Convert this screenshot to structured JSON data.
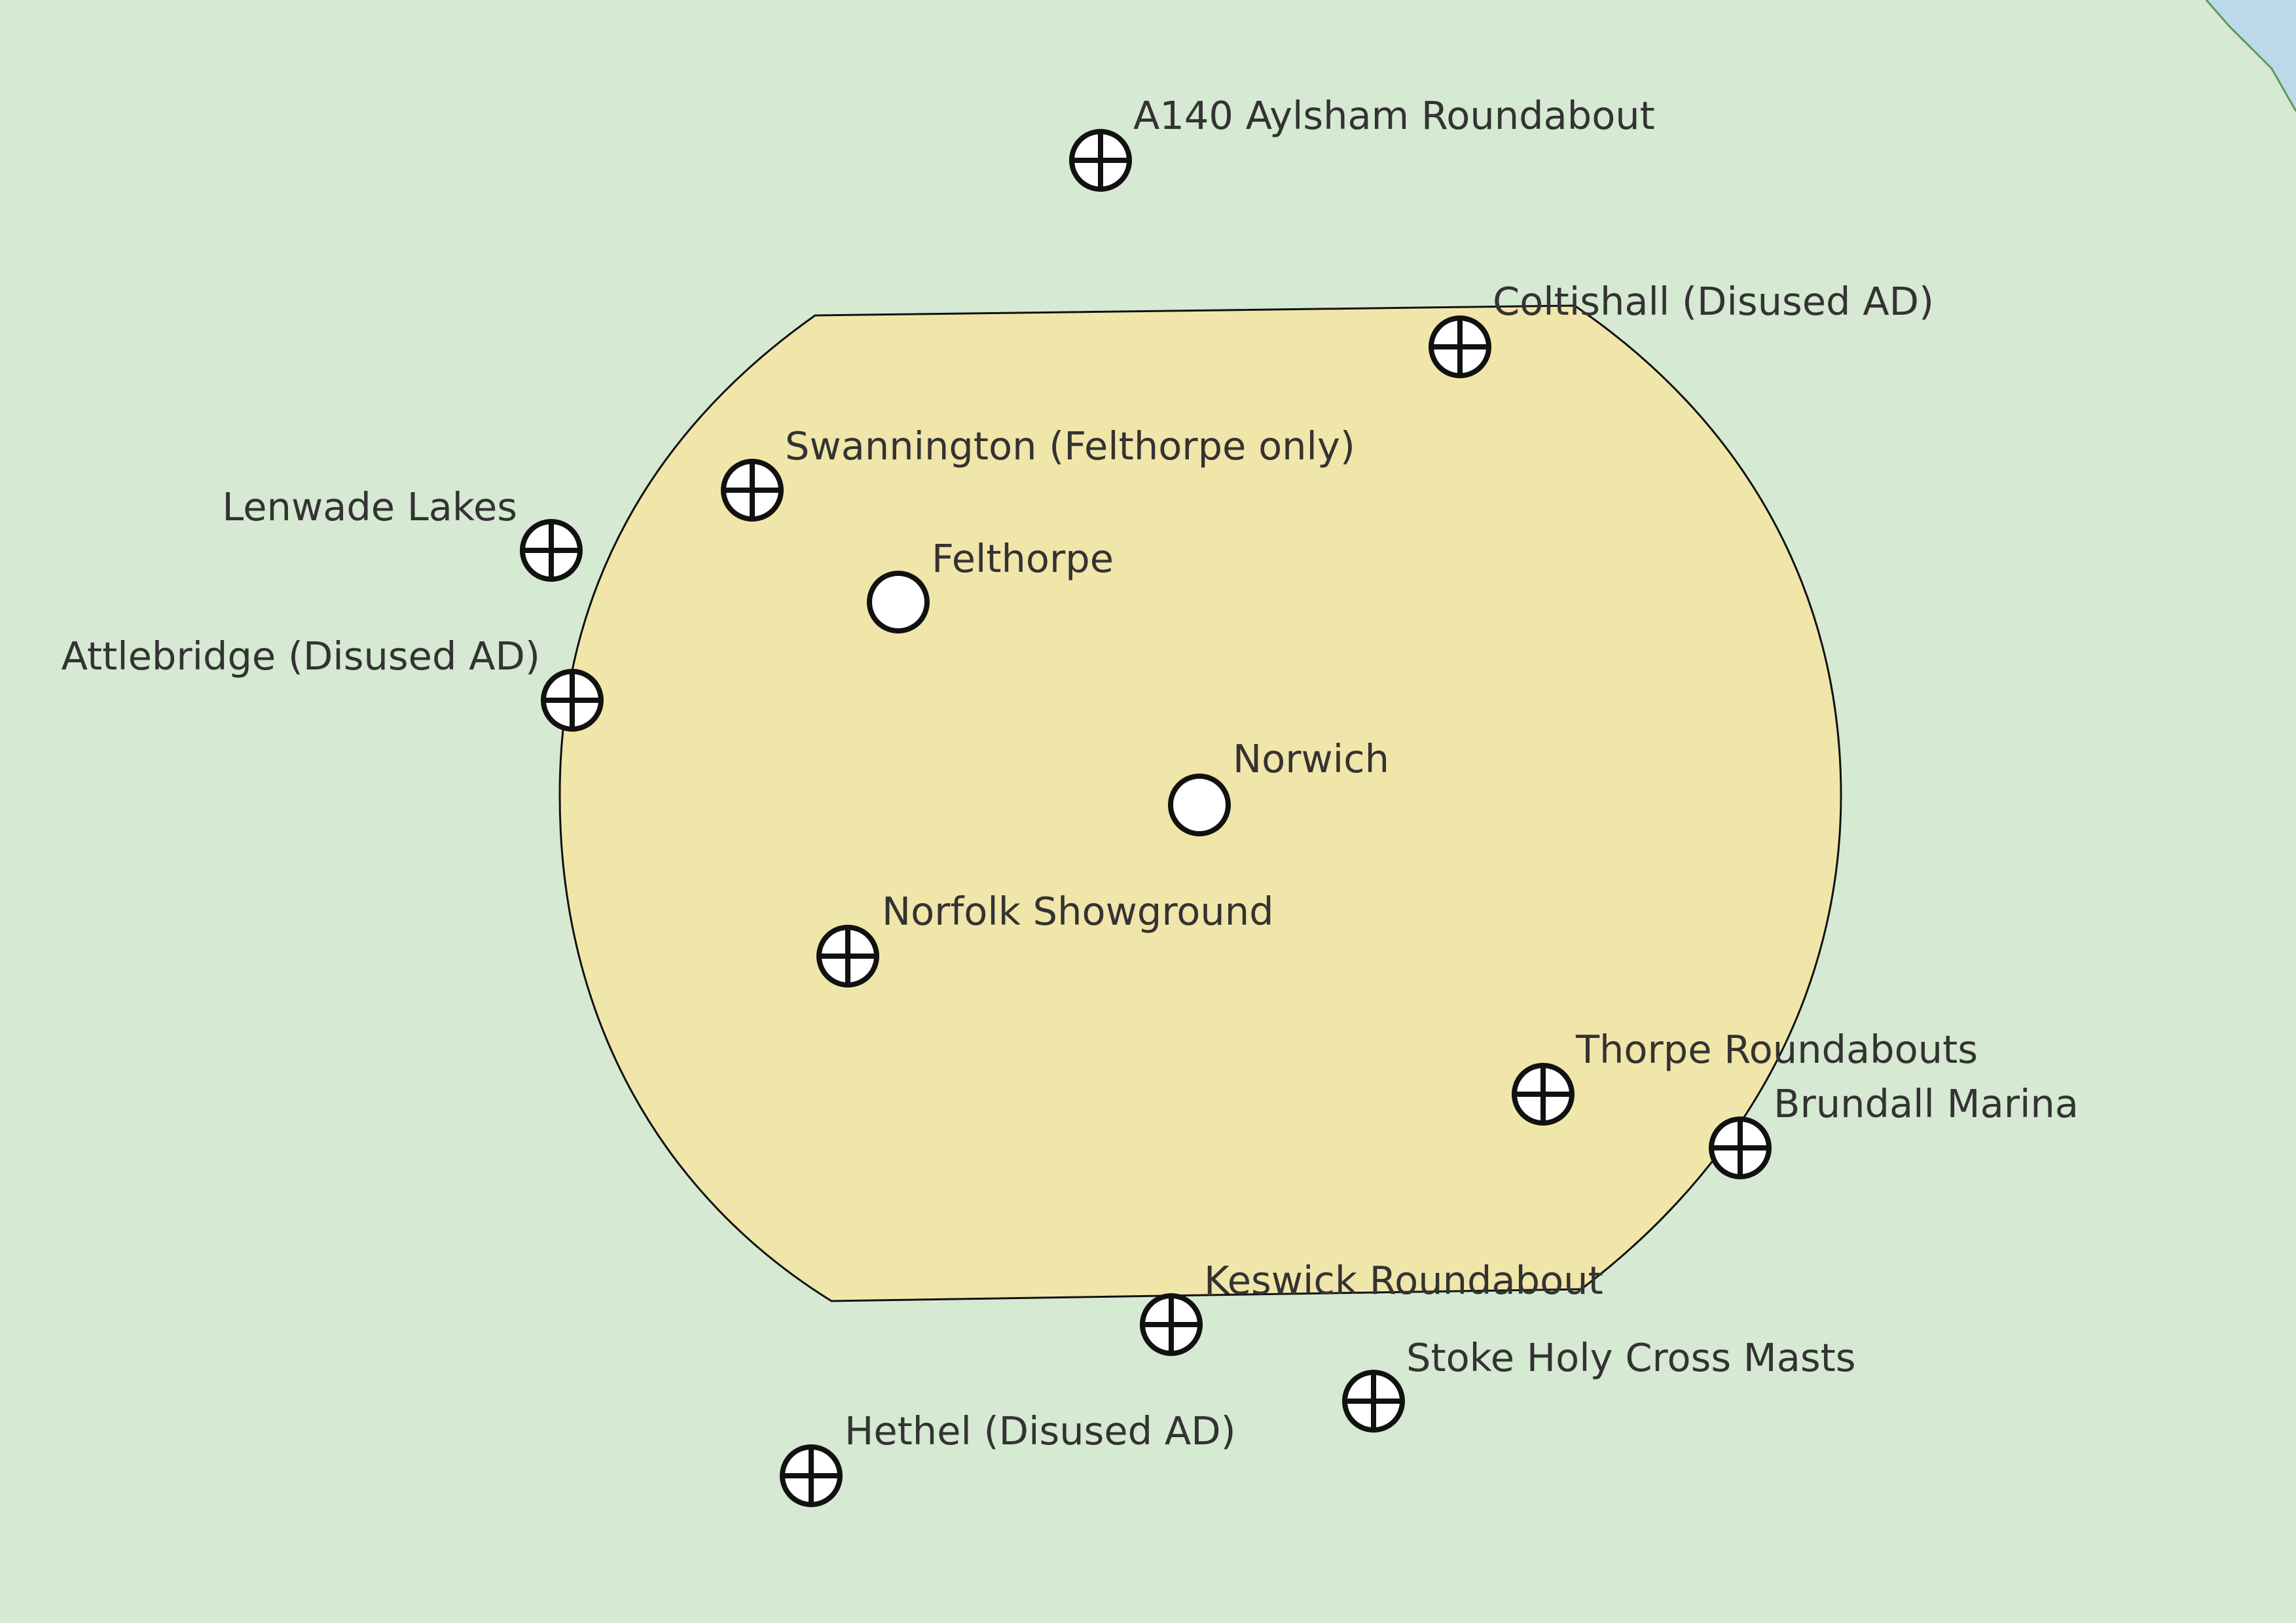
{
  "map": {
    "colors": {
      "land": "#d6e9d2",
      "zone_fill": "#f1e6a9",
      "zone_stroke": "#111111",
      "water": "#bcd9ec",
      "coastline": "#5e9a55",
      "symbol_stroke": "#111111",
      "symbol_fill": "#ffffff",
      "label_text": "#333333"
    },
    "zone": {
      "name": "controlled-zone"
    },
    "airfields": [
      {
        "label": "Norwich",
        "symbol": "open-circle-icon"
      },
      {
        "label": "Felthorpe",
        "symbol": "open-circle-icon"
      }
    ],
    "reporting_points": [
      {
        "label": "A140 Aylsham Roundabout",
        "symbol": "crossed-circle-icon"
      },
      {
        "label": "Coltishall (Disused AD)",
        "symbol": "crossed-circle-icon"
      },
      {
        "label": "Swannington (Felthorpe only)",
        "symbol": "crossed-circle-icon"
      },
      {
        "label": "Lenwade Lakes",
        "symbol": "crossed-circle-icon"
      },
      {
        "label": "Attlebridge (Disused AD)",
        "symbol": "crossed-circle-icon"
      },
      {
        "label": "Norfolk Showground",
        "symbol": "crossed-circle-icon"
      },
      {
        "label": "Thorpe Roundabouts",
        "symbol": "crossed-circle-icon"
      },
      {
        "label": "Brundall Marina",
        "symbol": "crossed-circle-icon"
      },
      {
        "label": "Keswick Roundabout",
        "symbol": "crossed-circle-icon"
      },
      {
        "label": "Stoke Holy Cross Masts",
        "symbol": "crossed-circle-icon"
      },
      {
        "label": "Hethel (Disused AD)",
        "symbol": "crossed-circle-icon"
      }
    ]
  }
}
